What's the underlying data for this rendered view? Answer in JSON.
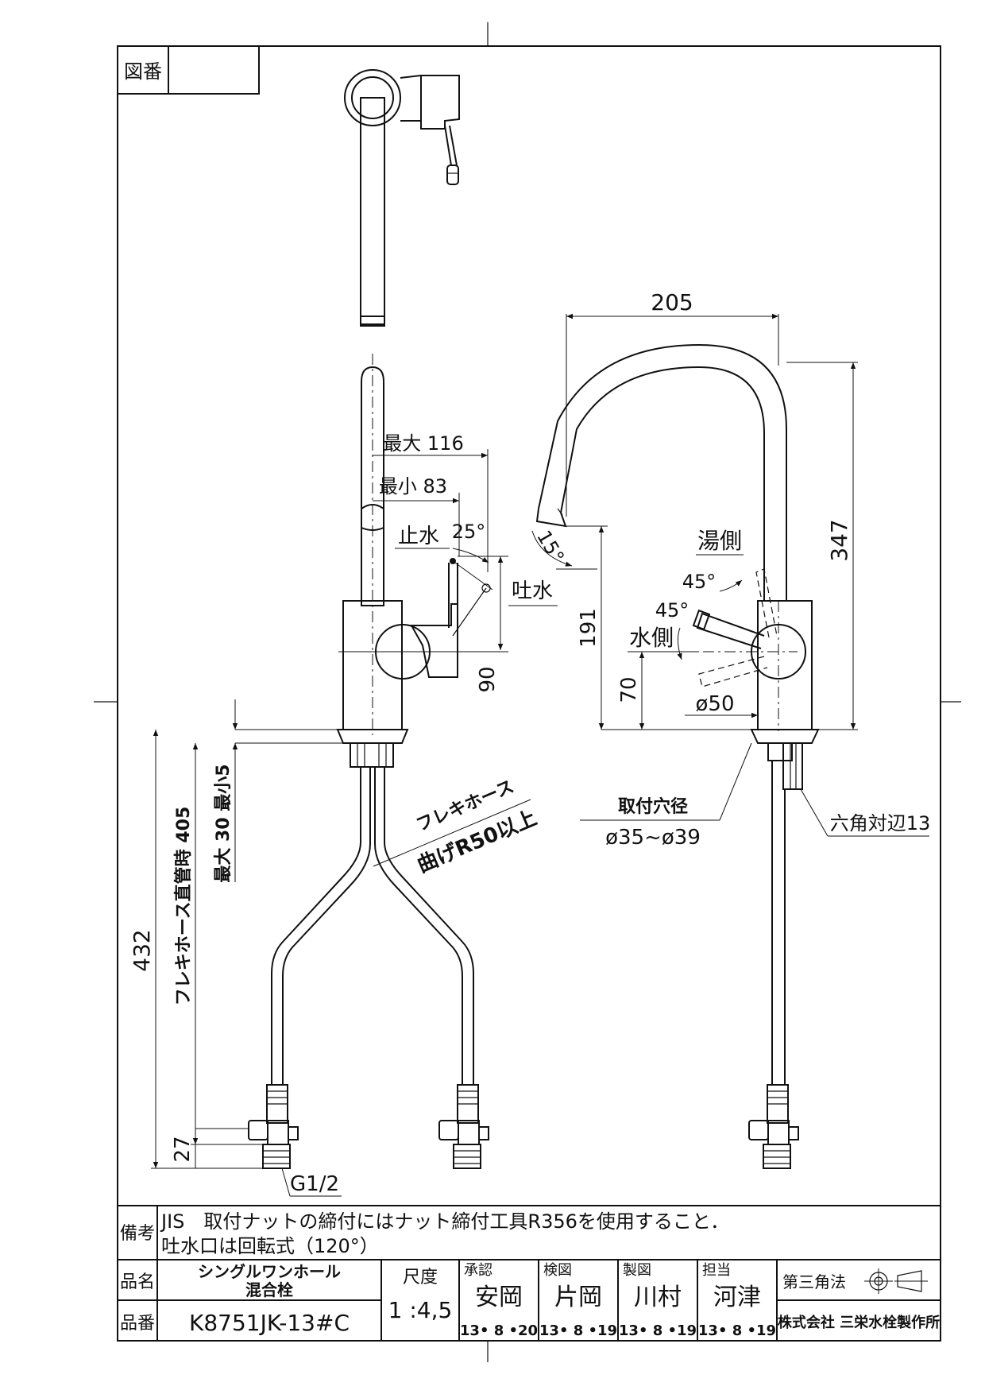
{
  "frame": {
    "zuban_label": "図番",
    "zuban_value": ""
  },
  "dimensions": {
    "w205": "205",
    "h347": "347",
    "h191": "191",
    "h70": "70",
    "d50": "ø50",
    "max116": "最大 116",
    "min83": "最小 83",
    "angle25": "25°",
    "angle15": "15°",
    "angle45_hot": "45°",
    "angle45_cold": "45°",
    "h90": "90",
    "h432": "432",
    "hose_len": "フレキホース直管時 405",
    "stroke": "最大 30 最小5",
    "h27": "27",
    "g12": "G1/2",
    "hole_label": "取付穴径",
    "hole_value": "ø35~ø39",
    "hex_label": "六角対辺13"
  },
  "callouts": {
    "stop_water": "止水",
    "discharge": "吐水",
    "hot_side": "湯側",
    "cold_side": "水側",
    "flex_hose": "フレキホース",
    "bend_radius": "曲げR50以上"
  },
  "notes": {
    "label": "備考",
    "line1": "JIS　取付ナットの締付にはナット締付工具R356を使用すること．",
    "line2": "吐水口は回転式（120°）"
  },
  "title_block": {
    "hinmei_label": "品名",
    "hinmei_value1": "シングルワンホール",
    "hinmei_value2": "混合栓",
    "hinban_label": "品番",
    "hinban_value": "K8751JK-13#C",
    "scale_label": "尺度",
    "scale_value": "1 :4,5",
    "approved_label": "承認",
    "approved_name": "安岡",
    "approved_date": "13• 8 •20",
    "checked_label": "検図",
    "checked_name": "片岡",
    "checked_date": "13• 8 •19",
    "drawn_label": "製図",
    "drawn_name": "川村",
    "drawn_date": "13• 8 •19",
    "charge_label": "担当",
    "charge_name": "河津",
    "charge_date": "13• 8 •19",
    "projection_label": "第三角法",
    "company": "株式会社 三栄水栓製作所"
  }
}
